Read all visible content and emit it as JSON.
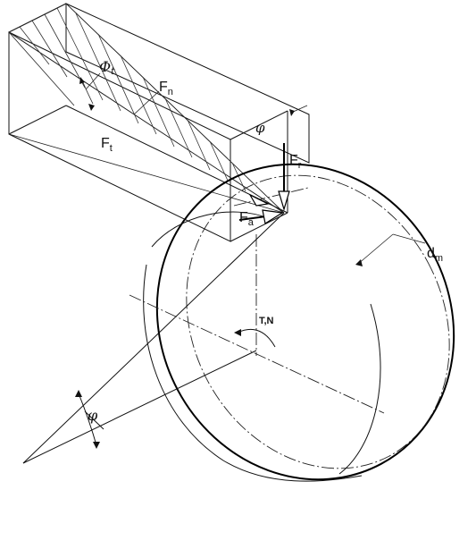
{
  "labels": {
    "phi_t": {
      "main": "Φ",
      "sub": "t"
    },
    "f_n": {
      "main": "F",
      "sub": "n"
    },
    "f_t": {
      "main": "F",
      "sub": "t"
    },
    "f_r": {
      "main": "F",
      "sub": "r"
    },
    "f_a": {
      "main": "F",
      "sub": "a"
    },
    "phi_box": "φ",
    "phi_cone": "φ",
    "d_m": {
      "main": "d",
      "sub": "m"
    },
    "torque": "T,N"
  }
}
